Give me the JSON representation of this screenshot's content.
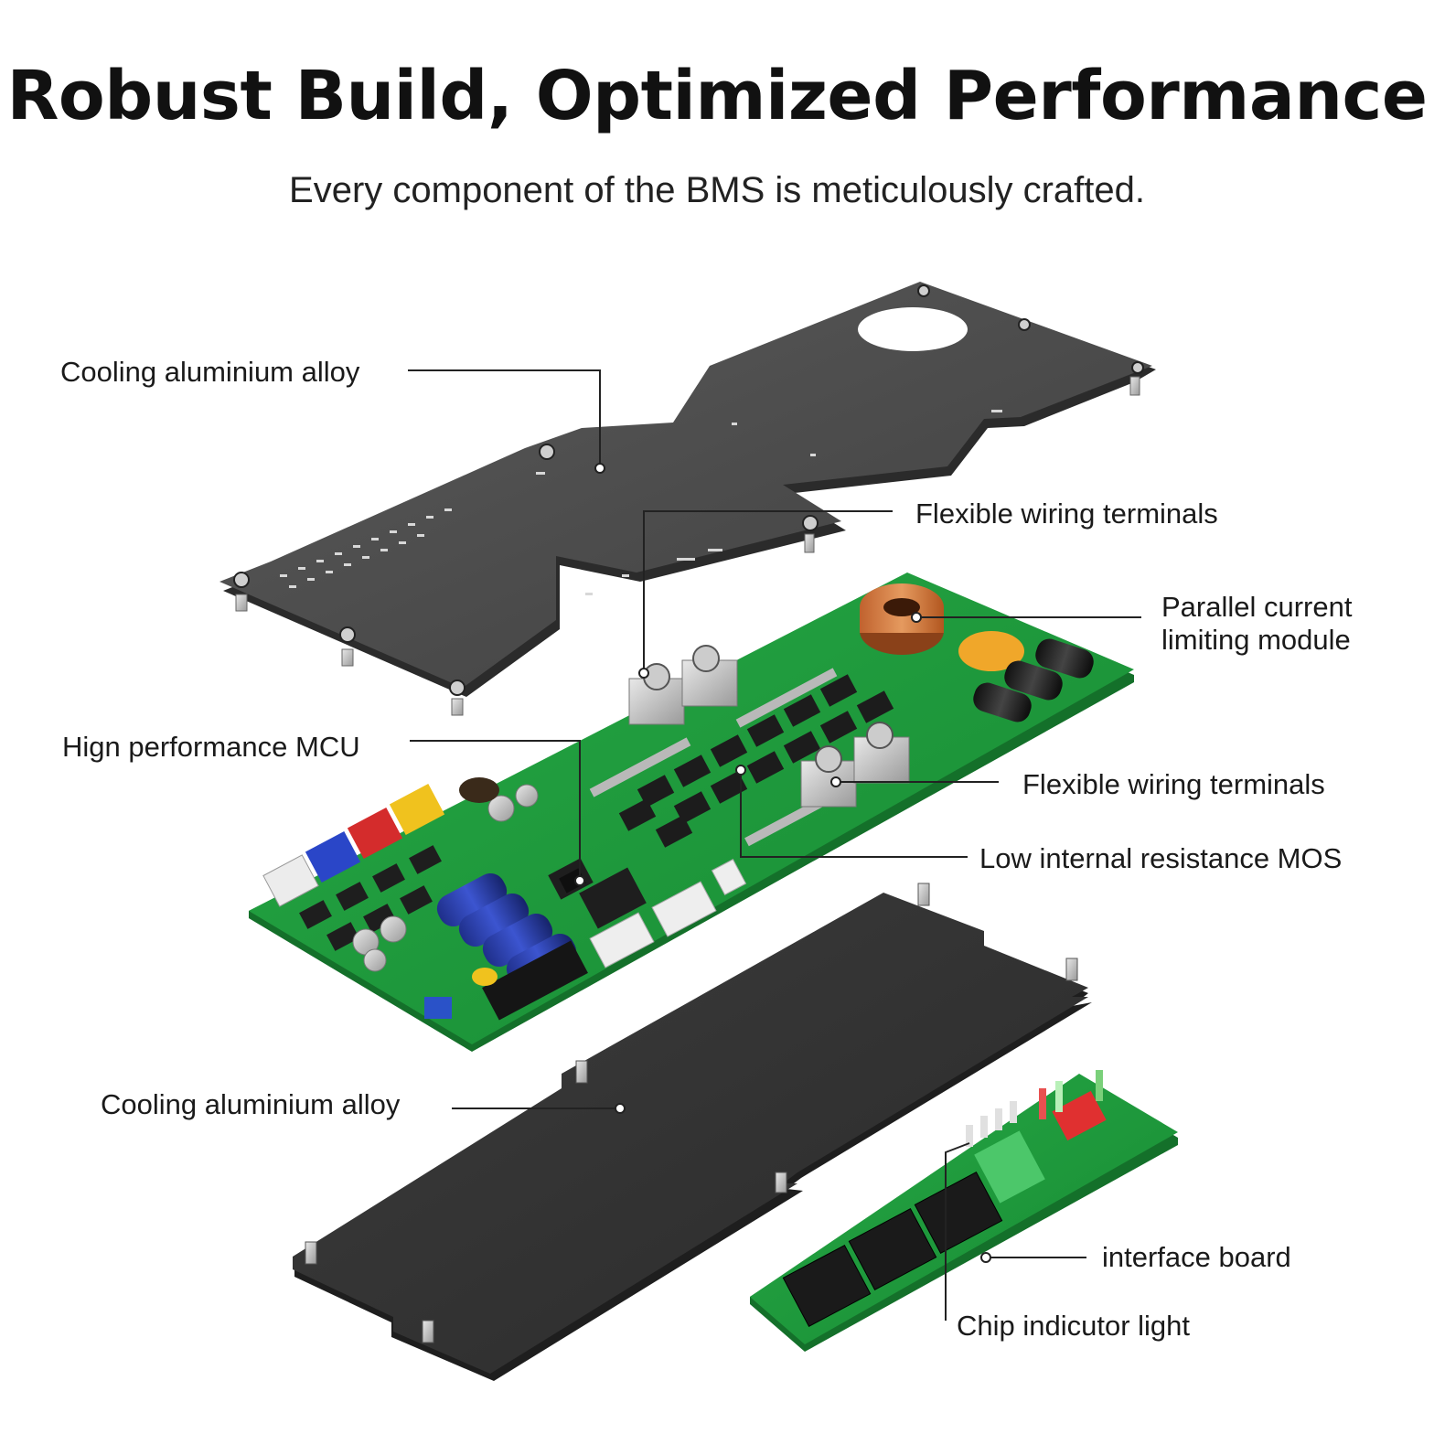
{
  "header": {
    "title": "Robust Build, Optimized Performance",
    "subtitle": "Every component of the BMS is meticulously crafted."
  },
  "callouts": [
    {
      "id": "top-plate",
      "text": "Cooling aluminium alloy"
    },
    {
      "id": "terminals-top",
      "text": "Flexible wiring terminals"
    },
    {
      "id": "current-module",
      "lines": [
        "Parallel current",
        "limiting module"
      ]
    },
    {
      "id": "mcu",
      "text": "Hign performance MCU"
    },
    {
      "id": "terminals-right",
      "text": "Flexible wiring terminals"
    },
    {
      "id": "mos",
      "text": "Low internal resistance MOS"
    },
    {
      "id": "bottom-plate",
      "text": "Cooling aluminium alloy"
    },
    {
      "id": "interface",
      "text": "interface board"
    },
    {
      "id": "indicator",
      "text": "Chip indicutor light"
    }
  ],
  "colors": {
    "plate": "#4d4d4d",
    "plate_edge": "#2b2b2b",
    "pcb": "#1f9a3c",
    "pcb_edge": "#14702a",
    "leader": "#222222"
  }
}
